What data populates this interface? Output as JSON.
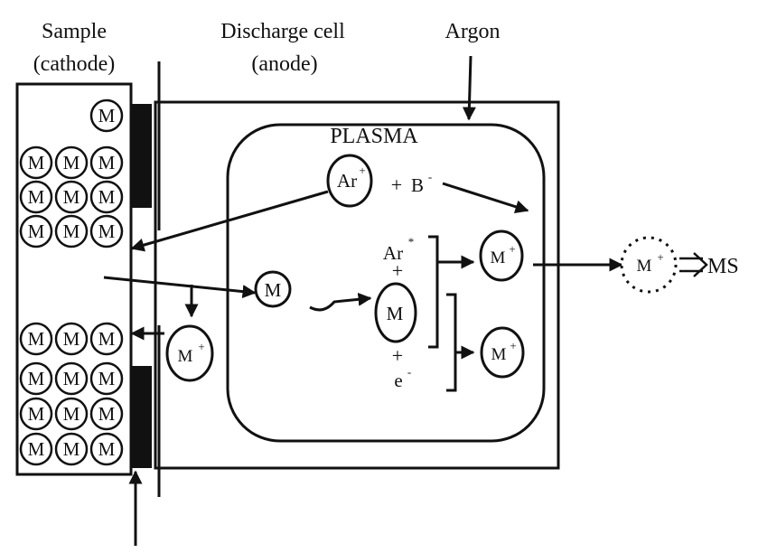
{
  "labels": {
    "sample": "Sample",
    "cathode": "(cathode)",
    "discharge_cell": "Discharge cell",
    "anode": "(anode)",
    "argon": "Argon",
    "plasma": "PLASMA",
    "ms": "MS"
  },
  "species": {
    "m": "M",
    "ar": "Ar",
    "b": "B",
    "e": "e",
    "plus": "+",
    "minus": "-",
    "star": "*"
  }
}
